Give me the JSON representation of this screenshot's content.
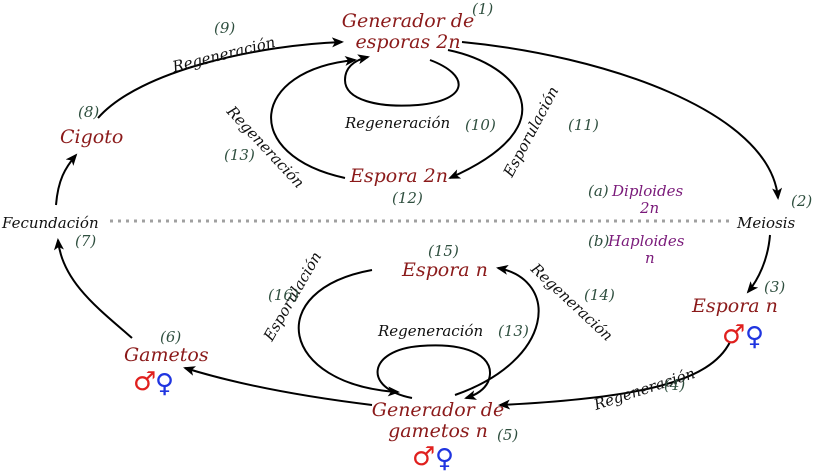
{
  "colors": {
    "node": "#8b1a1a",
    "number": "#2f4f3f",
    "phase": "#7a1a7a",
    "edge_label": "#111111",
    "male_symbol": "#e0201e",
    "female_symbol": "#2035e0",
    "divider": "#a0a0a0"
  },
  "nodes": {
    "generador_esporas": {
      "line1": "Generador de",
      "line2": "esporas 2n",
      "number": "(1)"
    },
    "meiosis": {
      "label": "Meiosis",
      "number": "(2)"
    },
    "espora_n_right": {
      "label": "Espora n",
      "number": "(3)"
    },
    "generador_gametos": {
      "line1": "Generador de",
      "line2": "gametos n",
      "number": "(5)"
    },
    "gametos": {
      "label": "Gametos",
      "number": "(6)"
    },
    "fecundacion": {
      "label": "Fecundación",
      "number": "(7)"
    },
    "cigoto": {
      "label": "Cigoto",
      "number": "(8)"
    },
    "espora_2n": {
      "label": "Espora 2n",
      "number": "(12)"
    },
    "espora_n_center": {
      "label": "Espora n",
      "number": "(15)"
    }
  },
  "edges": {
    "regen_4": {
      "label": "Regeneración",
      "number": "(4)"
    },
    "regen_9": {
      "label": "Regeneración",
      "number": "(9)"
    },
    "regen_10": {
      "label": "Regeneración",
      "number": "(10)"
    },
    "esporulacion_11": {
      "label": "Esporulación",
      "number": "(11)"
    },
    "regen_13_upper": {
      "label": "Regeneración",
      "number": "(13)"
    },
    "regen_13_lower": {
      "label": "Regeneración",
      "number": "(13)"
    },
    "regen_14": {
      "label": "Regeneración",
      "number": "(14)"
    },
    "esporulacion_16": {
      "label": "Esporulación",
      "number": "(16)"
    }
  },
  "phases": {
    "diploid": {
      "letter": "(a)",
      "name": "Diploides",
      "ploidy": "2n"
    },
    "haploid": {
      "letter": "(b)",
      "name": "Haploides",
      "ploidy": "n"
    }
  },
  "symbols": {
    "male": "♂",
    "female": "♀"
  }
}
